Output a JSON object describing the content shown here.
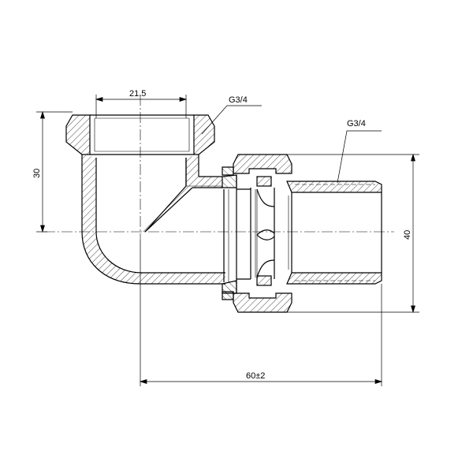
{
  "dimensions": {
    "top_width": "21.5",
    "thread_top": "G3/4",
    "thread_right": "G3/4",
    "height_left": "30",
    "height_right": "40",
    "total_length": "60±2"
  },
  "colors": {
    "line": "#000000",
    "background": "#ffffff"
  }
}
